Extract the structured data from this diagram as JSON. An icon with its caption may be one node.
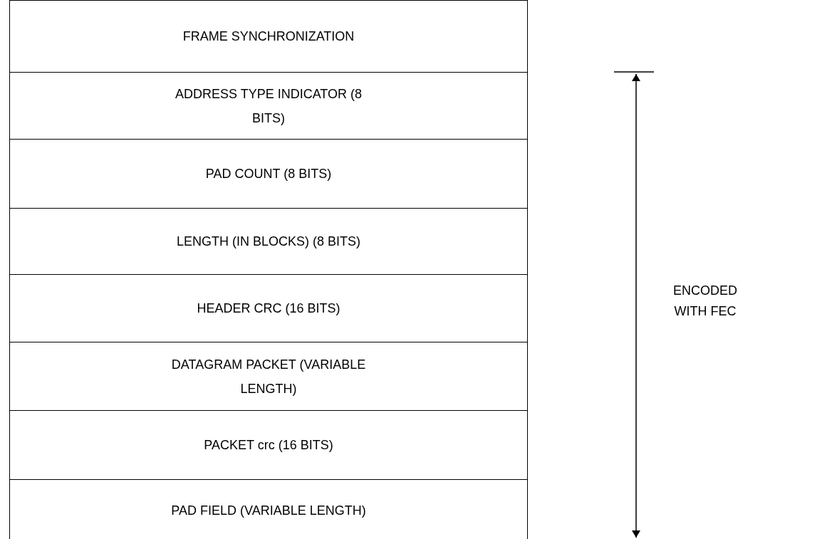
{
  "diagram": {
    "nodes": [
      {
        "text": [
          "FRAME SYNCHRONIZATION"
        ]
      },
      {
        "text": [
          "ADDRESS TYPE INDICATOR (8 BITS)"
        ]
      },
      {
        "text": [
          "PAD COUNT (8 BITS)"
        ]
      },
      {
        "text": [
          "LENGTH (IN BLOCKS) (8 BITS)"
        ]
      },
      {
        "text": [
          "HEADER CRC (16 BITS)"
        ]
      },
      {
        "text": [
          "DATAGRAM PACKET (VARIABLE LENGTH)"
        ]
      },
      {
        "text": [
          "PACKET crc (16 BITS)"
        ]
      },
      {
        "text": [
          "PAD FIELD (VARIABLE LENGTH)"
        ]
      }
    ],
    "labels": [
      "ENCODED WITH FEC"
    ]
  }
}
